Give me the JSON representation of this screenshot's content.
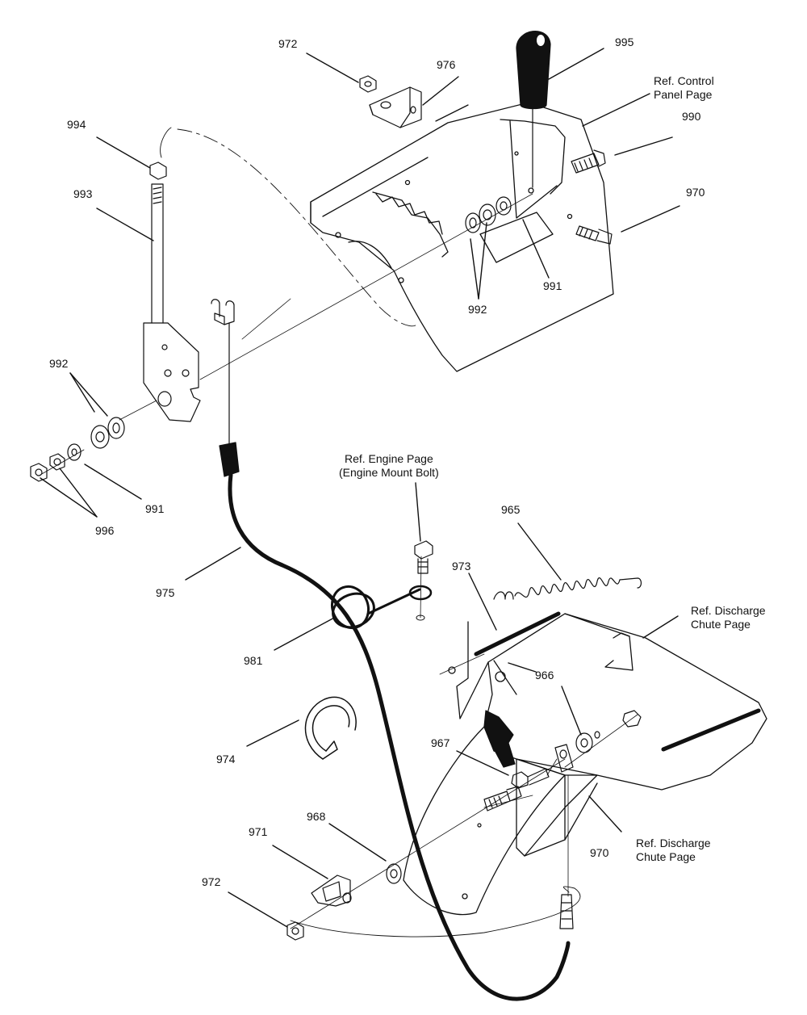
{
  "parts": {
    "p972_top": "972",
    "p976": "976",
    "p995": "995",
    "p994": "994",
    "p990": "990",
    "p993": "993",
    "p970_top": "970",
    "p991_top": "991",
    "p992_top": "992",
    "p992_left": "992",
    "p991_left": "991",
    "p996": "996",
    "p965": "965",
    "p975": "975",
    "p973": "973",
    "p981": "981",
    "p966": "966",
    "p974": "974",
    "p967": "967",
    "p968": "968",
    "p971": "971",
    "p970_bottom": "970",
    "p972_bottom": "972"
  },
  "refs": {
    "control_panel": "Ref. Control\nPanel Page",
    "engine": "Ref. Engine Page\n(Engine Mount Bolt)",
    "discharge_top": "Ref. Discharge\nChute Page",
    "discharge_bottom": "Ref. Discharge\nChute Page"
  }
}
